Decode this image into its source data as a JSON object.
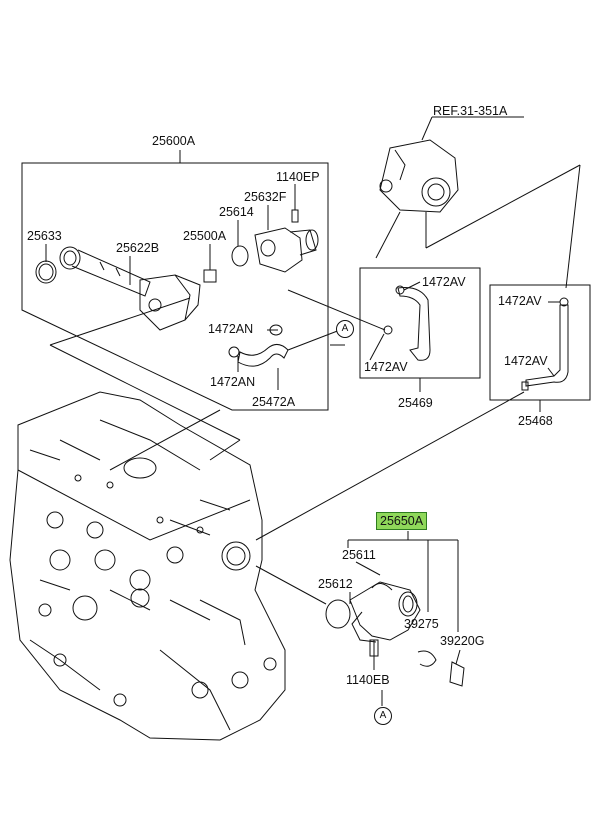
{
  "labels": {
    "ref": "REF.31-351A",
    "assy_25600A": "25600A",
    "p1140EP": "1140EP",
    "p25632F": "25632F",
    "p25614": "25614",
    "p25633": "25633",
    "p25622B": "25622B",
    "p25500A": "25500A",
    "p1472AN_a": "1472AN",
    "p1472AN_b": "1472AN",
    "p25472A": "25472A",
    "p1472AV_a": "1472AV",
    "p1472AV_b": "1472AV",
    "p25469": "25469",
    "p1472AV_c": "1472AV",
    "p1472AV_d": "1472AV",
    "p25468": "25468",
    "assy_25650A": "25650A",
    "p25611": "25611",
    "p25612": "25612",
    "p39275": "39275",
    "p39220G": "39220G",
    "p1140EB": "1140EB",
    "ref_A_top": "A",
    "ref_A_bottom": "A"
  },
  "colors": {
    "highlight": "#8fd85a",
    "line": "#111111"
  }
}
